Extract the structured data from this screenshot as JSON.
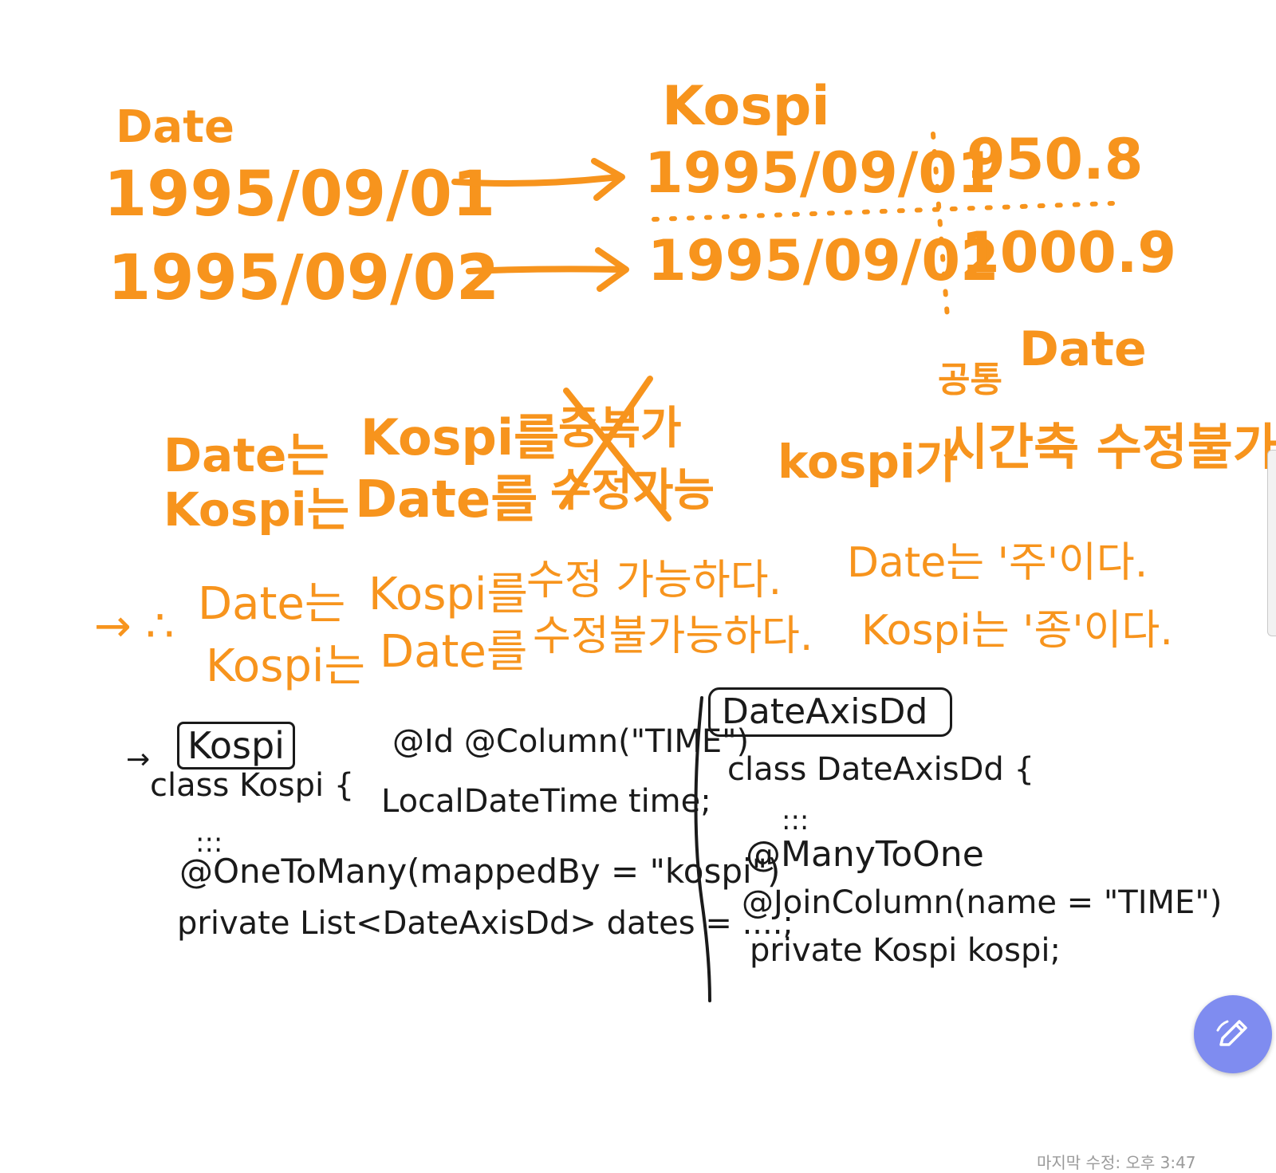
{
  "note": {
    "top_left_header": "Date",
    "top_left_dates": [
      "1995/09/01",
      "1995/09/02"
    ],
    "top_right_header": "Kospi",
    "top_right_rows": [
      {
        "date": "1995/09/01",
        "value": "950.8"
      },
      {
        "date": "1995/09/02",
        "value": "1000.9"
      }
    ],
    "mid_col1": [
      "Date는",
      "Kospi는"
    ],
    "mid_col2": [
      "Kospi를",
      "Date를"
    ],
    "mid_col3": [
      "중복가",
      "수정가능"
    ],
    "mid_right_prefix": "kospi가",
    "mid_right_small": "공통",
    "mid_right_date": "Date",
    "mid_right_main": "시간축 수정불가",
    "conclusion_arrow": "→ ∴",
    "conclusion_line1": [
      "Date는",
      "Kospi를",
      "수정 가능하다."
    ],
    "conclusion_line2": [
      "Kospi는",
      "Date를",
      "수정불가능하다."
    ],
    "conclusion_right": [
      "Date는 '주'이다.",
      "Kospi는 '종'이다."
    ],
    "left_box_title": "Kospi",
    "left_code": [
      "class Kospi {",
      "@Id @Column(\"TIME\")",
      "LocalDateTime time;",
      ":::",
      "@OneToMany(mappedBy = \"kospi\")",
      "private List<DateAxisDd> dates = ....;"
    ],
    "right_box_title": "DateAxisDd",
    "right_code": [
      "class DateAxisDd {",
      ":::",
      "@ManyToOne",
      "@JoinColumn(name = \"TIME\")",
      "private Kospi kospi;"
    ]
  },
  "fab": {
    "icon": "pen-icon"
  },
  "footer": {
    "status": "마지막 수정: 오후 3:47"
  },
  "colors": {
    "orange": "#f7941d",
    "ink": "#1a1a1a",
    "fab": "#7f8cf0"
  }
}
